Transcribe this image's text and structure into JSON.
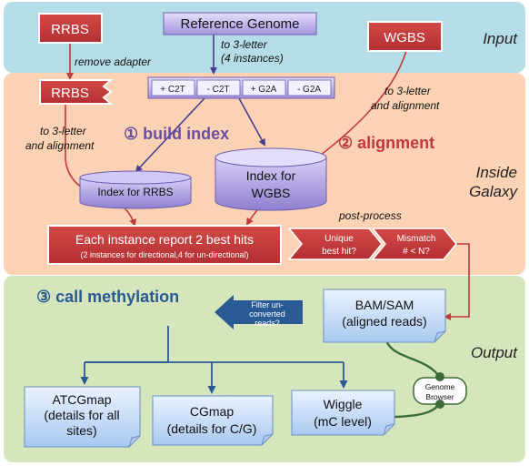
{
  "sections": {
    "input": "Input",
    "inside": [
      "Inside",
      "Galaxy"
    ],
    "output": "Output"
  },
  "boxes": {
    "rrbs_top": "RRBS",
    "rrbs_trimmed": "RRBS",
    "reference": "Reference Genome",
    "wgbs": "WGBS",
    "instances": [
      "+ C2T",
      "- C2T",
      "+ G2A",
      "- G2A"
    ],
    "index_rrbs": "Index for RRBS",
    "index_wgbs": [
      "Index for",
      "WGBS"
    ],
    "report_main": "Each instance report 2 best hits",
    "report_sub": "(2 instances for directional,4 for un-directional)",
    "unique": [
      "Unique",
      "best  hit?"
    ],
    "mismatch": [
      "Mismatch",
      "# < N?"
    ],
    "bamsam": [
      "BAM/SAM",
      "(aligned reads)"
    ],
    "filter": [
      "Filter un-",
      "converted",
      "reads?"
    ],
    "atcgmap": [
      "ATCGmap",
      "(details for all",
      "sites)"
    ],
    "cgmap": [
      "CGmap",
      "(details for C/G)"
    ],
    "wiggle": [
      "Wiggle",
      "(mC level)"
    ],
    "genome_browser": [
      "Genome",
      "Browser"
    ]
  },
  "labels": {
    "remove_adapter": "remove adapter",
    "to3_ref": [
      "to 3-letter",
      "(4 instances)"
    ],
    "to3_rrbs": [
      "to 3-letter",
      "and alignment"
    ],
    "to3_wgbs": [
      "to 3-letter",
      "and alignment"
    ],
    "build_index": "① build index",
    "alignment": "② alignment",
    "call_methylation": "③ call methylation",
    "post_process": "post-process"
  },
  "colors": {
    "input_bg": "#b5dde8",
    "inside_bg": "#fbd2b4",
    "output_bg": "#d5e6bc",
    "red_box": "#c0393b",
    "purple_box": "#a99ae0",
    "blue_box": "#b9d4f5",
    "dark_blue": "#2a5a94",
    "purple_text": "#6a4f9e",
    "red_text": "#c0393b"
  }
}
